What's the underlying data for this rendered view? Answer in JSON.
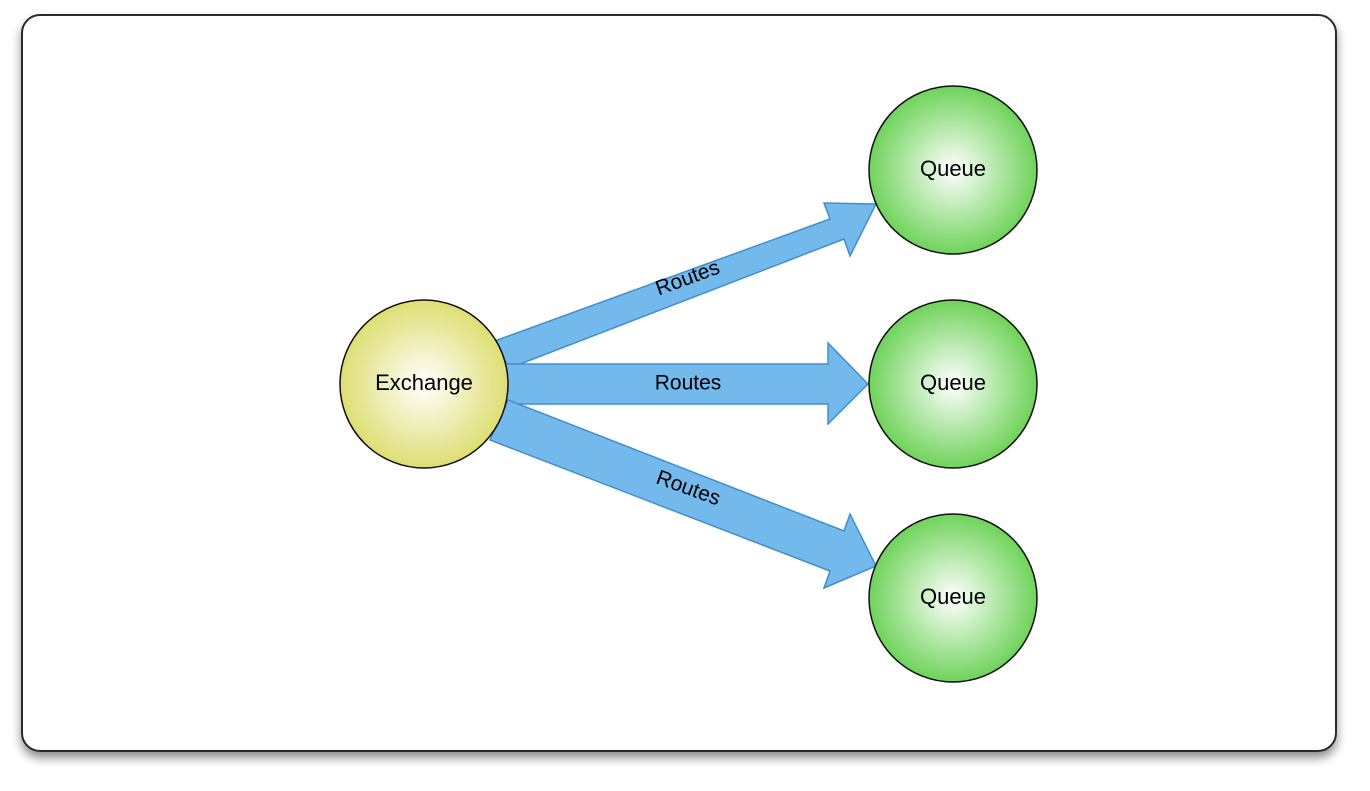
{
  "diagram": {
    "colors": {
      "frame_border": "#2b2b2b",
      "frame_fill": "#ffffff",
      "exchange_fill_center": "#ffffff",
      "exchange_fill_edge": "#dede73",
      "queue_fill_center": "#ffffff",
      "queue_fill_edge": "#6fd35a",
      "node_stroke": "#111111",
      "arrow_fill": "#74b9ec",
      "arrow_stroke": "#3f8fcf"
    },
    "nodes": {
      "exchange": {
        "label": "Exchange"
      },
      "queues": [
        {
          "label": "Queue"
        },
        {
          "label": "Queue"
        },
        {
          "label": "Queue"
        }
      ]
    },
    "edges": [
      {
        "label": "Routes",
        "from": "Exchange",
        "to": "Queue"
      },
      {
        "label": "Routes",
        "from": "Exchange",
        "to": "Queue"
      },
      {
        "label": "Routes",
        "from": "Exchange",
        "to": "Queue"
      }
    ]
  }
}
